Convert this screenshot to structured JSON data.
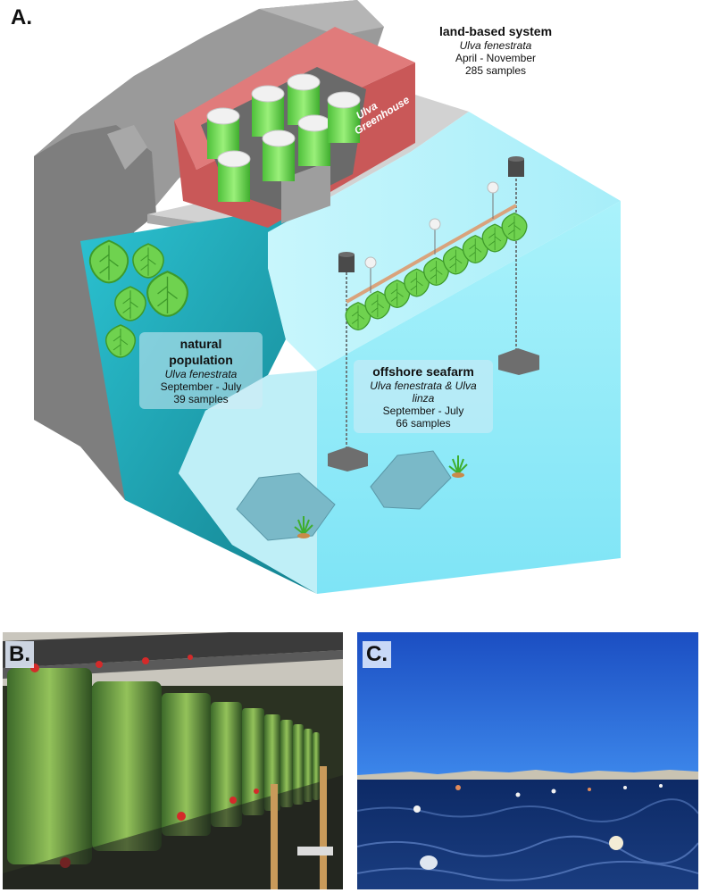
{
  "panels": {
    "a": {
      "letter": "A.",
      "greenhouse_sign": [
        "Ulva",
        "Greenhouse"
      ],
      "land": {
        "title": "land-based system",
        "species": "Ulva fenestrata",
        "period": "April - November",
        "samples": "285 samples"
      },
      "natural": {
        "title": "natural population",
        "species": "Ulva fenestrata",
        "period": "September - July",
        "samples": "39 samples"
      },
      "offshore": {
        "title": "offshore seafarm",
        "species": "Ulva fenestrata & Ulva linza",
        "period": "September - July",
        "samples": "66 samples"
      }
    },
    "b": {
      "letter": "B."
    },
    "c": {
      "letter": "C."
    }
  },
  "colors": {
    "rock": "#8f8f8f",
    "greenhouse_wall": "#c95858",
    "water_front": "#86e6f7",
    "water_deep": "#1fa3b5",
    "seaweed": "#6fd24f",
    "sky": "#1d5fd6",
    "sea": "#12306a"
  }
}
